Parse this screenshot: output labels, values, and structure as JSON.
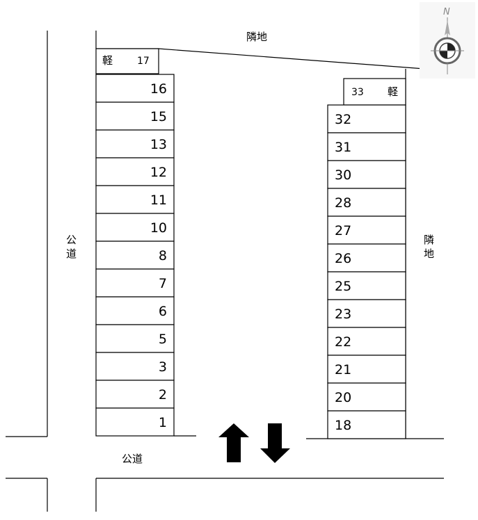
{
  "labels": {
    "neighbor_top": "隣地",
    "neighbor_right": [
      "隣",
      "地"
    ],
    "road_left": [
      "公",
      "道"
    ],
    "road_bottom": "公道",
    "compass_n": "N"
  },
  "left_row": {
    "kei": {
      "mark": "軽",
      "number": "17"
    },
    "spaces": [
      "16",
      "15",
      "13",
      "12",
      "11",
      "10",
      "8",
      "7",
      "6",
      "5",
      "3",
      "2",
      "1"
    ]
  },
  "right_row": {
    "kei": {
      "mark": "軽",
      "number": "33"
    },
    "spaces": [
      "32",
      "31",
      "30",
      "28",
      "27",
      "26",
      "25",
      "23",
      "22",
      "21",
      "20",
      "18"
    ]
  },
  "arrows": {
    "entry": "up-arrow",
    "exit": "down-arrow"
  },
  "icons": {
    "compass": "compass-icon"
  }
}
